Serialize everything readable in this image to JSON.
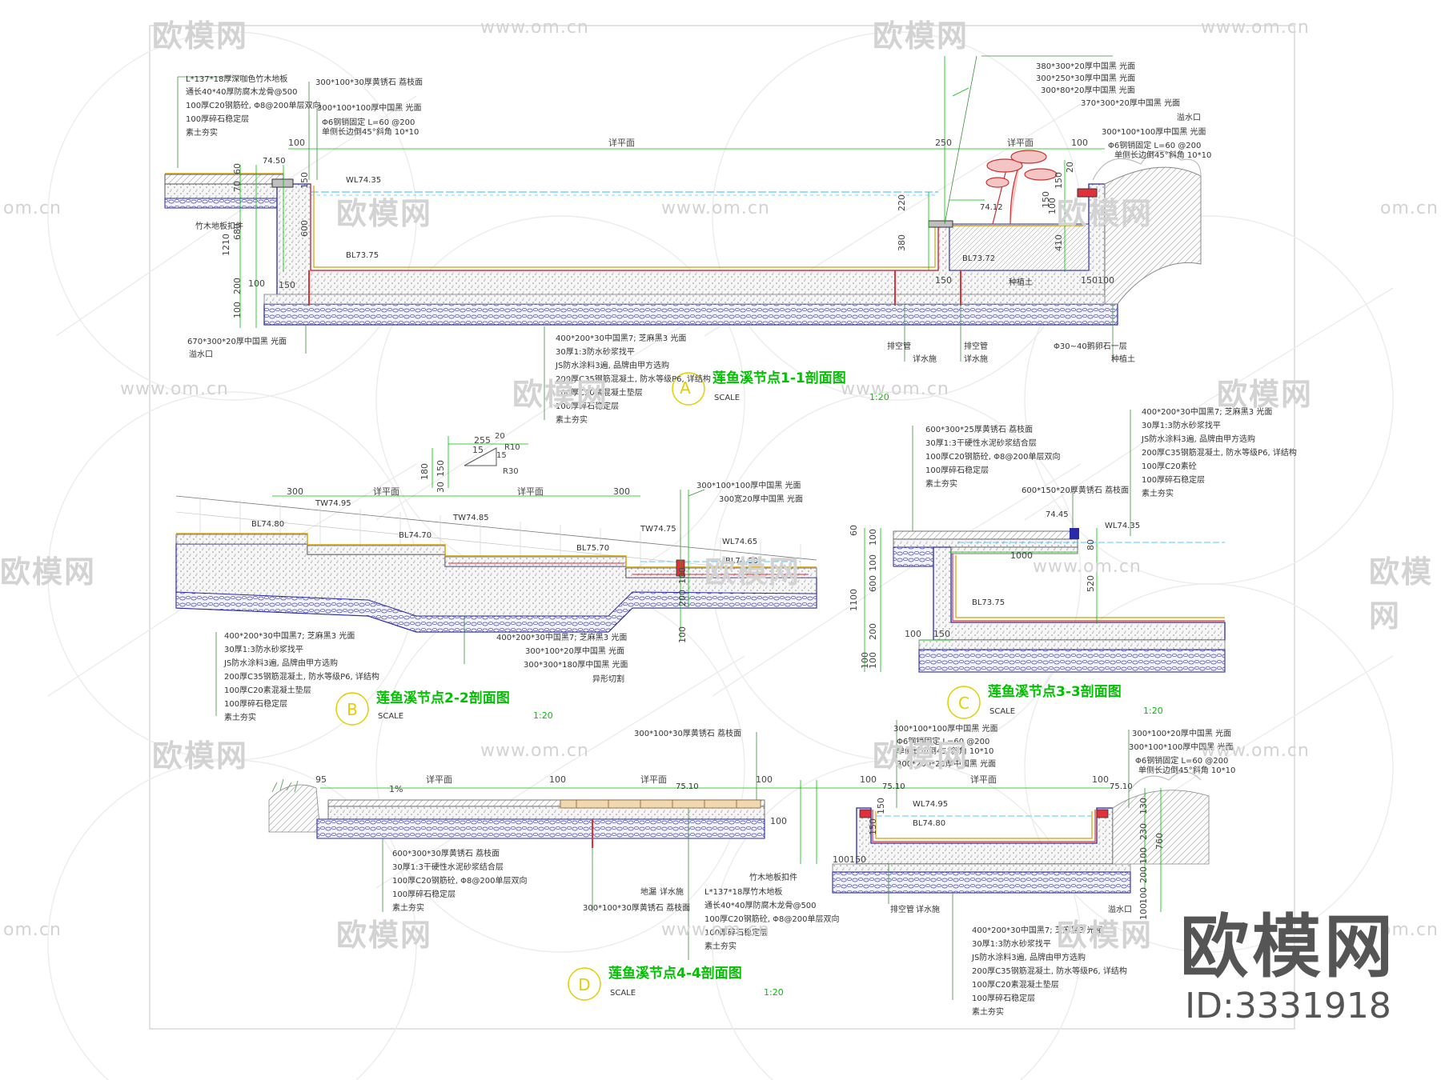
{
  "watermark": {
    "logo_text": "欧模网",
    "url_full": "www.om.cn",
    "url_partial": "om.cn",
    "logo_partial": "欧模网"
  },
  "brand": {
    "name": "欧模网",
    "id": "ID:3331918"
  },
  "colors": {
    "section_line": "#2a2aa8",
    "concrete": "#7b7b7b",
    "dimension": "#00c000",
    "title": "#00c000",
    "water": "#5ac8ff",
    "membrane": "#d4a000",
    "stone_red": "#e0303a",
    "leader": "#3d8f3d"
  },
  "sections": [
    {
      "id": "A",
      "title": "莲鱼溪节点1-1剖面图",
      "scale_label": "SCALE",
      "scale": "1:20",
      "top_notes": [
        "L*137*18厚深咖色竹木地板",
        "通长40*40厚防腐木龙骨@500",
        "100厚C20钢筋砼, Φ8@200单层双向",
        "100厚碎石稳定层",
        "素土夯实",
        "300*100*30厚黄锈石 荔枝面",
        "300*100*100厚中国黑 光面",
        "Φ6钢销固定 L=60 @200",
        "单侧长边倒45°斜角 10*10"
      ],
      "right_notes": [
        "380*300*20厚中国黑 光面",
        "300*250*30厚中国黑 光面",
        "300*80*20厚中国黑 光面",
        "370*300*20厚中国黑 光面",
        "溢水口",
        "300*100*100厚中国黑 光面",
        "Φ6钢销固定 L=60 @200",
        "单侧长边倒45°斜角 10*10"
      ],
      "bottom_notes": [
        "400*200*30中国黑7; 芝麻黑3 光面",
        "30厚1:3防水砂浆找平",
        "JS防水涂料3遍, 品牌由甲方选购",
        "200厚C35钢筋混凝土, 防水等级P6, 详结构",
        "100厚C20素混凝土垫层",
        "100厚碎石稳定层",
        "素土夯实"
      ],
      "misc_labels": [
        "670*300*20厚中国黑 光面",
        "溢水口",
        "竹木地板扣件",
        "排空管",
        "详水施",
        "详水施",
        "Φ30~40鹅卵石一层",
        "种植土",
        "种植土",
        "排空管"
      ],
      "levels": [
        "74.50",
        "WL74.35",
        "BL73.75",
        "74.12",
        "BL73.72"
      ],
      "dims": [
        "100",
        "250",
        "100",
        "60",
        "70",
        "680",
        "1210",
        "600",
        "150",
        "150",
        "200",
        "100",
        "100",
        "150",
        "220",
        "380",
        "410",
        "150",
        "150100",
        "20",
        "150",
        "100"
      ],
      "text_labels": [
        "详平面",
        "详平面"
      ]
    },
    {
      "id": "B",
      "title": "莲鱼溪节点2-2剖面图",
      "scale_label": "SCALE",
      "scale": "1:20",
      "right_notes": [
        "300*100*100厚中国黑 光面",
        "300宽20厚中国黑 光面"
      ],
      "bottom_notes": [
        "400*200*30中国黑7; 芝麻黑3 光面",
        "30厚1:3防水砂浆找平",
        "JS防水涂料3遍, 品牌由甲方选购",
        "200厚C35钢筋混凝土, 防水等级P6, 详结构",
        "100厚C20素混凝土垫层",
        "100厚碎石稳定层",
        "素土夯实"
      ],
      "mid_notes": [
        "400*200*30中国黑7; 芝麻黑3 光面",
        "300*100*20厚中国黑 光面",
        "300*300*180厚中国黑 光面",
        "异形切割"
      ],
      "levels": [
        "TW74.95",
        "BL74.80",
        "BL74.70",
        "TW74.85",
        "BL75.70",
        "TW74.75",
        "WL74.65",
        "BL74.50"
      ],
      "dims": [
        "300",
        "300",
        "255",
        "15",
        "20",
        "R10",
        "15",
        "R30",
        "180",
        "150",
        "30",
        "100",
        "200",
        "100"
      ],
      "text_labels": [
        "详平面",
        "详平面"
      ]
    },
    {
      "id": "C",
      "title": "莲鱼溪节点3-3剖面图",
      "scale_label": "SCALE",
      "scale": "1:20",
      "left_notes": [
        "600*300*25厚黄锈石 荔枝面",
        "30厚1:3干硬性水泥砂浆结合层",
        "100厚C20钢筋砼, Φ8@200单层双向",
        "100厚碎石稳定层",
        "素土夯实"
      ],
      "top_label": "600*150*20厚黄锈石 荔枝面",
      "right_notes": [
        "400*200*30中国黑7; 芝麻黑3 光面",
        "30厚1:3防水砂浆找平",
        "JS防水涂料3遍, 品牌由甲方选购",
        "200厚C35钢筋混凝土, 防水等级P6, 详结构",
        "100厚C20素砼",
        "100厚碎石稳定层",
        "素土夯实"
      ],
      "levels": [
        "74.45",
        "WL74.35",
        "BL73.75"
      ],
      "dims": [
        "60",
        "100",
        "100",
        "1000",
        "80",
        "520",
        "600",
        "1100",
        "100",
        "150",
        "200",
        "100",
        "100"
      ]
    },
    {
      "id": "D",
      "title": "莲鱼溪节点4-4剖面图",
      "scale_label": "SCALE",
      "scale": "1:20",
      "top_label": "300*100*30厚黄锈石 荔枝面",
      "left_notes": [
        "600*300*30厚黄锈石 荔枝面",
        "30厚1:3干硬性水泥砂浆结合层",
        "100厚C20钢筋砼, Φ8@200单层双向",
        "100厚碎石稳定层",
        "素土夯实"
      ],
      "mid_notes": [
        "竹木地板扣件",
        "L*137*18厚竹木地板",
        "通长40*40厚防腐木龙骨@500",
        "100厚C20钢筋砼, Φ8@200单层双向",
        "100厚碎石稳定层",
        "素土夯实"
      ],
      "small_labels": [
        "地漏",
        "详水施",
        "300*100*30厚黄锈石 荔枝面",
        "排空管",
        "详水施",
        "溢水口"
      ],
      "top_notes_mid": [
        "300*100*100厚中国黑 光面",
        "Φ6钢销固定 L=60 @200",
        "单侧长边倒45°斜角 10*10",
        "300*200*20厚中国黑 光面"
      ],
      "right_notes": [
        "300*100*20厚中国黑 光面",
        "300*100*100厚中国黑 光面",
        "Φ6钢销固定 L=60 @200",
        "单侧长边倒45°斜角 10*10"
      ],
      "bottom_notes": [
        "400*200*30中国黑7; 芝麻黑3 光面",
        "30厚1:3防水砂浆找平",
        "JS防水涂料3遍, 品牌由甲方选购",
        "200厚C35钢筋混凝土, 防水等级P6, 详结构",
        "100厚C20素混凝土垫层",
        "100厚碎石稳定层",
        "素土夯实"
      ],
      "levels": [
        "75.10",
        "75.10",
        "WL74.95",
        "BL74.80",
        "75.10"
      ],
      "dims": [
        "95",
        "1%",
        "100",
        "100",
        "100",
        "100",
        "100",
        "150",
        "150",
        "100150",
        "130",
        "230",
        "760",
        "100",
        "200",
        "100",
        "100"
      ],
      "text_labels": [
        "详平面",
        "详平面",
        "详平面"
      ]
    }
  ]
}
